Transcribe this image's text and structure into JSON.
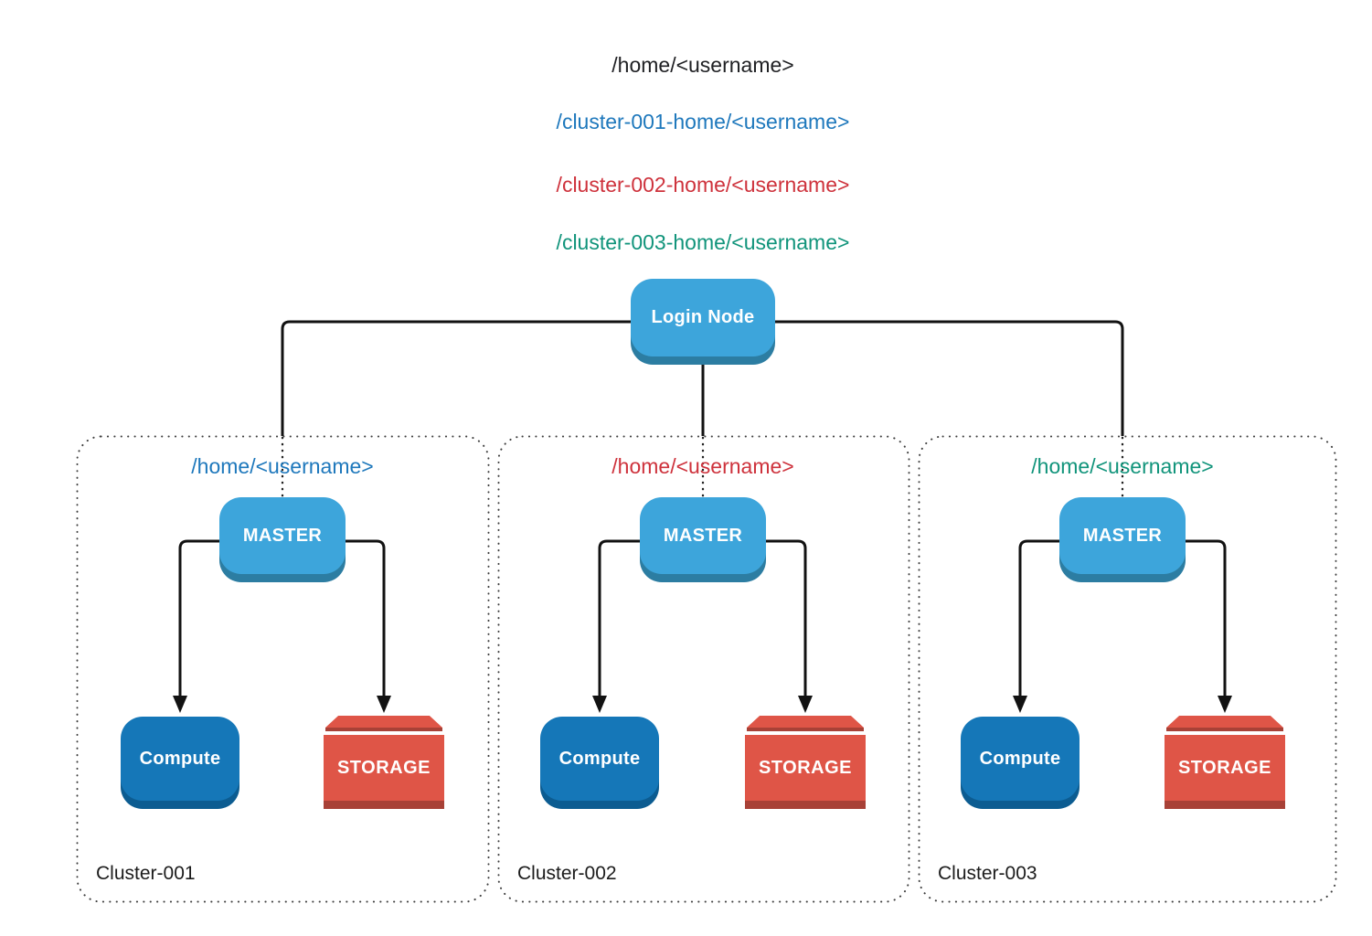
{
  "title_paths": {
    "root": "/home/<username>",
    "cluster_001": "/cluster-001-home/<username>",
    "cluster_002": "/cluster-002-home/<username>",
    "cluster_003": "/cluster-003-home/<username>"
  },
  "login_node": {
    "label": "Login Node"
  },
  "clusters": [
    {
      "name": "Cluster-001",
      "home_path": "/home/<username>",
      "accent_color": "#1E78BC",
      "master_label": "MASTER",
      "compute_label": "Compute",
      "storage_label": "STORAGE"
    },
    {
      "name": "Cluster-002",
      "home_path": "/home/<username>",
      "accent_color": "#CE323C",
      "master_label": "MASTER",
      "compute_label": "Compute",
      "storage_label": "STORAGE"
    },
    {
      "name": "Cluster-003",
      "home_path": "/home/<username>",
      "accent_color": "#11947B",
      "master_label": "MASTER",
      "compute_label": "Compute",
      "storage_label": "STORAGE"
    }
  ],
  "colors": {
    "node_blue_light": "#3DA5DB",
    "node_blue_light_shadow": "#2C7DA2",
    "node_blue_dark": "#1577B8",
    "node_blue_dark_shadow": "#0C5C91",
    "storage_red": "#DF5547",
    "storage_red_dark": "#A84137",
    "path_text_black": "#202124",
    "path_text_blue": "#1E78BC",
    "path_text_red": "#CE323C",
    "path_text_green": "#11947B",
    "connector_black": "#121212",
    "cluster_border_gray": "#3e3e3e"
  }
}
